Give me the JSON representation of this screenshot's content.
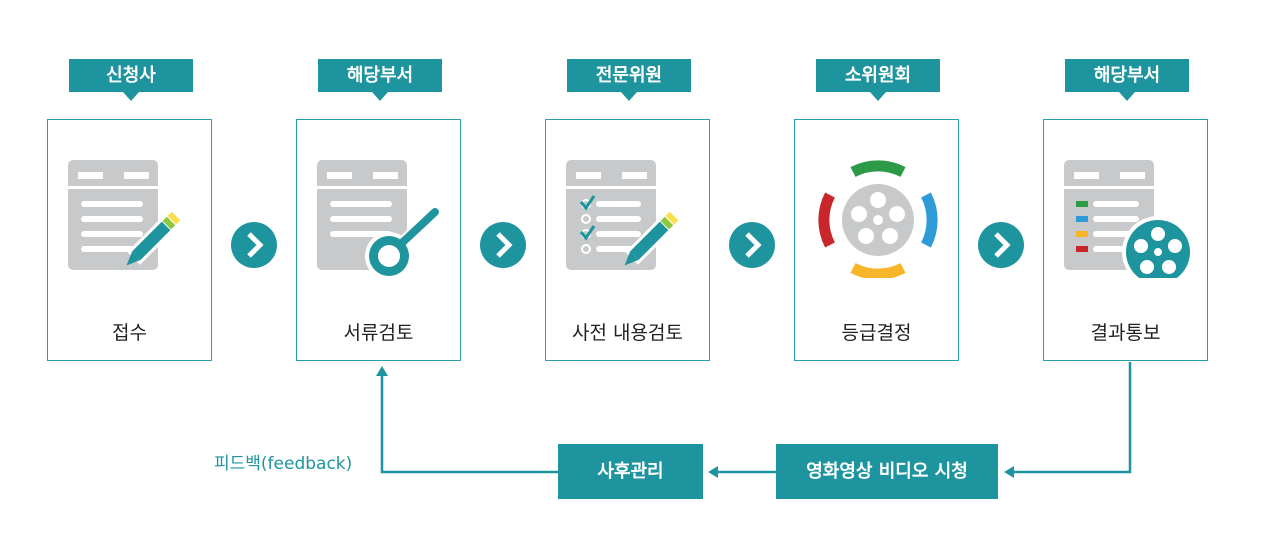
{
  "colors": {
    "teal": "#1e959e",
    "gray": "#c8c9ca",
    "green": "#2d9a48",
    "blue": "#2e9bd6",
    "yellow": "#f7b529",
    "red": "#c9262c"
  },
  "steps": [
    {
      "tag": "신청사",
      "label": "접수",
      "icon": "document-pencil-icon"
    },
    {
      "tag": "해당부서",
      "label": "서류검토",
      "icon": "document-magnifier-icon"
    },
    {
      "tag": "전문위원",
      "label": "사전 내용검토",
      "icon": "checklist-pencil-icon"
    },
    {
      "tag": "소위원회",
      "label": "등급결정",
      "icon": "film-reel-rating-icon"
    },
    {
      "tag": "해당부서",
      "label": "결과통보",
      "icon": "document-film-reel-icon"
    }
  ],
  "feedback_bar": {
    "viewing": "영화영상 비디오 시청",
    "aftercare": "사후관리"
  },
  "feedback_label": "피드백(feedback)"
}
